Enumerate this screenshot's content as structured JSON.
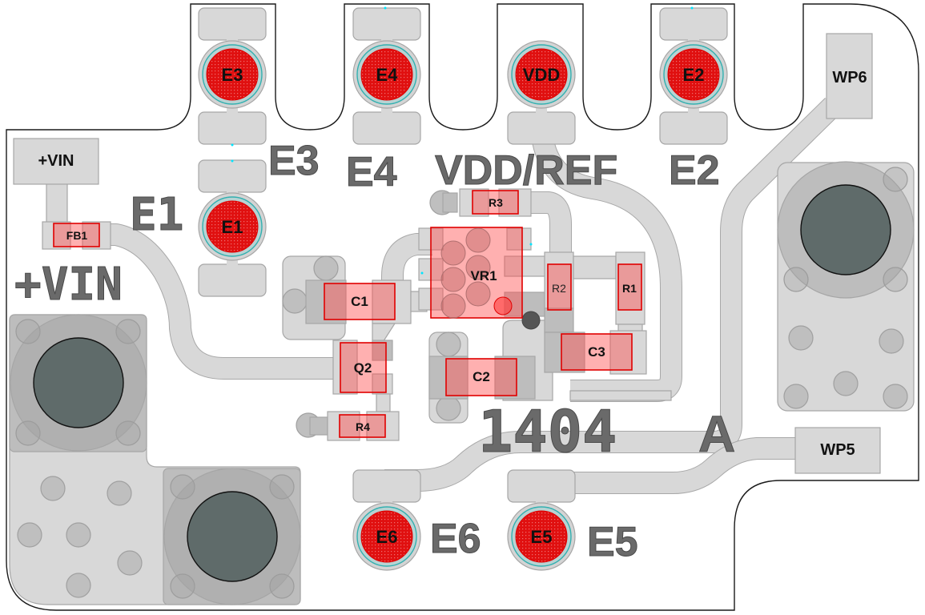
{
  "board": {
    "title": "1404 A",
    "revision_text": "1404",
    "revision_letter": "A",
    "colors": {
      "component_fill": "#ff5050",
      "component_outline": "#e00000",
      "copper": "#d8d8d8",
      "hole": "#5f6b6a",
      "electrode_ring": "#33b0b0"
    }
  },
  "electrodes": [
    {
      "id": "E3",
      "label": "E3",
      "silk": "E3"
    },
    {
      "id": "E4",
      "label": "E4",
      "silk": "E4"
    },
    {
      "id": "VDD",
      "label": "VDD",
      "silk": "VDD/REF"
    },
    {
      "id": "E2",
      "label": "E2",
      "silk": "E2"
    },
    {
      "id": "E1",
      "label": "E1",
      "silk": "E1"
    },
    {
      "id": "E6",
      "label": "E6",
      "silk": "E6"
    },
    {
      "id": "E5",
      "label": "E5",
      "silk": "E5"
    }
  ],
  "wire_pads": [
    {
      "id": "VIN",
      "label": "+VIN"
    },
    {
      "id": "WP6",
      "label": "WP6"
    },
    {
      "id": "WP5",
      "label": "WP5"
    }
  ],
  "components": [
    {
      "ref": "FB1"
    },
    {
      "ref": "C1"
    },
    {
      "ref": "VR1"
    },
    {
      "ref": "R3"
    },
    {
      "ref": "R2"
    },
    {
      "ref": "R1"
    },
    {
      "ref": "C3"
    },
    {
      "ref": "Q2"
    },
    {
      "ref": "C2"
    },
    {
      "ref": "R4"
    }
  ],
  "silkscreen": {
    "vin": "+VIN",
    "e1": "E1",
    "e3": "E3",
    "e4": "E4",
    "vdd_ref": "VDD/REF",
    "e2": "E2",
    "e6": "E6",
    "e5": "E5"
  }
}
